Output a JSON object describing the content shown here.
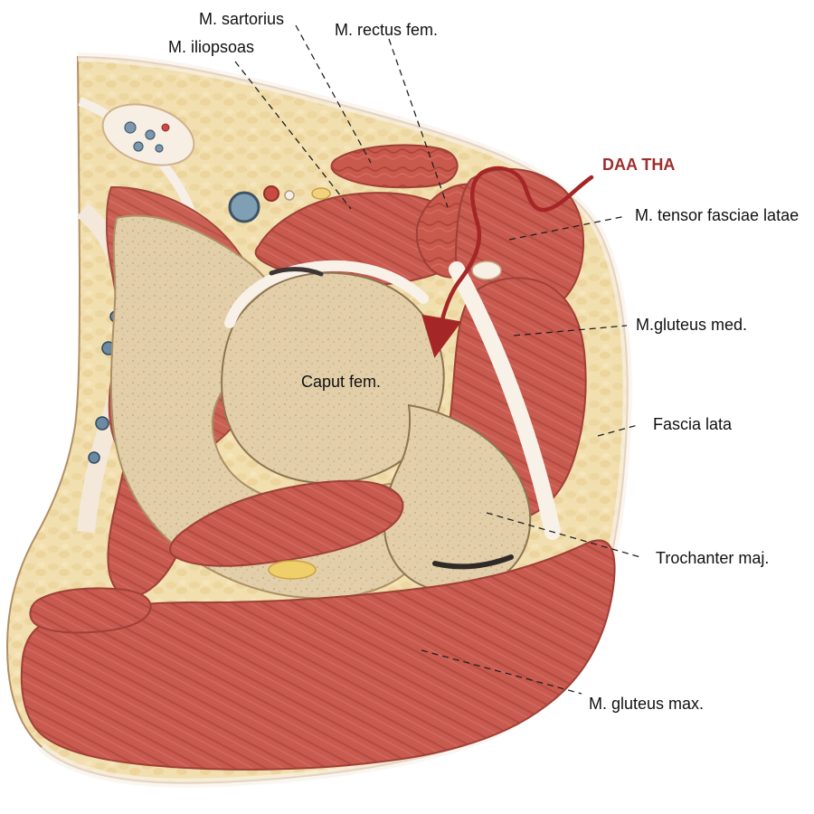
{
  "labels": {
    "sartorius": "M. sartorius",
    "rectus": "M. rectus fem.",
    "iliopsoas": "M. iliopsoas",
    "daa": "DAA THA",
    "tensor": "M. tensor fasciae latae",
    "gluteus_med": "M.gluteus med.",
    "caput": "Caput fem.",
    "fascia": "Fascia lata",
    "trochanter": "Trochanter maj.",
    "gluteus_max": "M. gluteus max."
  },
  "colors": {
    "background": "#ffffff",
    "fat": "#f2dfaf",
    "fat_dark": "#e7c98a",
    "skin": "#f7eddc",
    "muscle": "#c85a4f",
    "muscle_dark": "#ab4338",
    "bone": "#e2cfaa",
    "bone_dark": "#c9b084",
    "tissue": "#f8f1e8",
    "arrow": "#a52626",
    "outline": "#8f4c43",
    "text": "#111111"
  },
  "icons": {
    "arrow": "curved-surgical-arrow-icon"
  }
}
